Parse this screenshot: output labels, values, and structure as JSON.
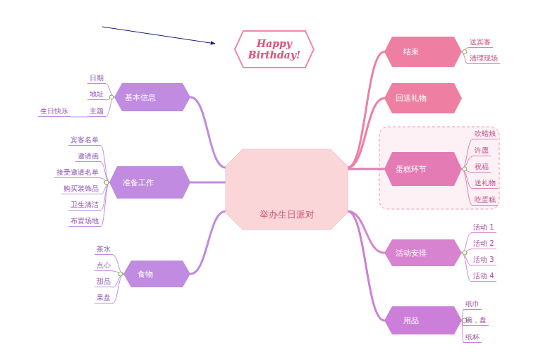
{
  "diagram": {
    "nodes": [
      {
        "text": [
          "Happy Birthday!"
        ]
      },
      {
        "text": [
          "举办生日派对"
        ]
      },
      {
        "text": [
          "结束"
        ]
      },
      {
        "text": [
          "送宾客"
        ]
      },
      {
        "text": [
          "清理现场"
        ]
      },
      {
        "text": [
          "回送礼物"
        ]
      },
      {
        "text": [
          "蛋糕环节"
        ]
      },
      {
        "text": [
          "吹蜡烛"
        ]
      },
      {
        "text": [
          "许愿"
        ]
      },
      {
        "text": [
          "祝福"
        ]
      },
      {
        "text": [
          "送礼物"
        ]
      },
      {
        "text": [
          "吃蛋糕"
        ]
      },
      {
        "text": [
          "活动安排"
        ]
      },
      {
        "text": [
          "活动 1"
        ]
      },
      {
        "text": [
          "活动 2"
        ]
      },
      {
        "text": [
          "活动 3"
        ]
      },
      {
        "text": [
          "活动 4"
        ]
      },
      {
        "text": [
          "用品"
        ]
      },
      {
        "text": [
          "纸巾"
        ]
      },
      {
        "text": [
          "碗，盘"
        ]
      },
      {
        "text": [
          "纸杯"
        ]
      },
      {
        "text": [
          "基本信息"
        ]
      },
      {
        "text": [
          "日期"
        ]
      },
      {
        "text": [
          "地址"
        ]
      },
      {
        "text": [
          "主题"
        ]
      },
      {
        "text": [
          "生日快乐"
        ]
      },
      {
        "text": [
          "准备工作"
        ]
      },
      {
        "text": [
          "宾客名单"
        ]
      },
      {
        "text": [
          "邀请函"
        ]
      },
      {
        "text": [
          "接受邀请名单"
        ]
      },
      {
        "text": [
          "购买装饰品"
        ]
      },
      {
        "text": [
          "卫生清洁"
        ]
      },
      {
        "text": [
          "布置场地"
        ]
      },
      {
        "text": [
          "食物"
        ]
      },
      {
        "text": [
          "茶水"
        ]
      },
      {
        "text": [
          "点心"
        ]
      },
      {
        "text": [
          "甜品"
        ]
      },
      {
        "text": [
          "果盘"
        ]
      }
    ],
    "edges": [
      {
        "from": 1,
        "to": 2,
        "arrow": "none"
      },
      {
        "from": 2,
        "to": 3,
        "arrow": "none"
      },
      {
        "from": 2,
        "to": 4,
        "arrow": "none"
      },
      {
        "from": 1,
        "to": 5,
        "arrow": "none"
      },
      {
        "from": 1,
        "to": 6,
        "arrow": "none"
      },
      {
        "from": 6,
        "to": 7,
        "arrow": "none"
      },
      {
        "from": 6,
        "to": 8,
        "arrow": "none"
      },
      {
        "from": 6,
        "to": 9,
        "arrow": "none"
      },
      {
        "from": 6,
        "to": 10,
        "arrow": "none"
      },
      {
        "from": 6,
        "to": 11,
        "arrow": "none"
      },
      {
        "from": 1,
        "to": 12,
        "arrow": "none"
      },
      {
        "from": 12,
        "to": 13,
        "arrow": "none"
      },
      {
        "from": 12,
        "to": 14,
        "arrow": "none"
      },
      {
        "from": 12,
        "to": 15,
        "arrow": "none"
      },
      {
        "from": 12,
        "to": 16,
        "arrow": "none"
      },
      {
        "from": 1,
        "to": 17,
        "arrow": "none"
      },
      {
        "from": 17,
        "to": 18,
        "arrow": "none"
      },
      {
        "from": 17,
        "to": 19,
        "arrow": "none"
      },
      {
        "from": 17,
        "to": 20,
        "arrow": "none"
      },
      {
        "from": 1,
        "to": 21,
        "arrow": "none"
      },
      {
        "from": 21,
        "to": 22,
        "arrow": "none"
      },
      {
        "from": 21,
        "to": 23,
        "arrow": "none"
      },
      {
        "from": 21,
        "to": 24,
        "arrow": "none"
      },
      {
        "from": 24,
        "to": 25,
        "arrow": "none"
      },
      {
        "from": 1,
        "to": 26,
        "arrow": "none"
      },
      {
        "from": 26,
        "to": 27,
        "arrow": "none"
      },
      {
        "from": 26,
        "to": 28,
        "arrow": "none"
      },
      {
        "from": 26,
        "to": 29,
        "arrow": "none"
      },
      {
        "from": 26,
        "to": 30,
        "arrow": "none"
      },
      {
        "from": 26,
        "to": 31,
        "arrow": "none"
      },
      {
        "from": 26,
        "to": 32,
        "arrow": "none"
      },
      {
        "from": 1,
        "to": 33,
        "arrow": "none"
      },
      {
        "from": 33,
        "to": 34,
        "arrow": "none"
      },
      {
        "from": 33,
        "to": 35,
        "arrow": "none"
      },
      {
        "from": 33,
        "to": 36,
        "arrow": "none"
      },
      {
        "from": 33,
        "to": 37,
        "arrow": "none"
      }
    ]
  }
}
